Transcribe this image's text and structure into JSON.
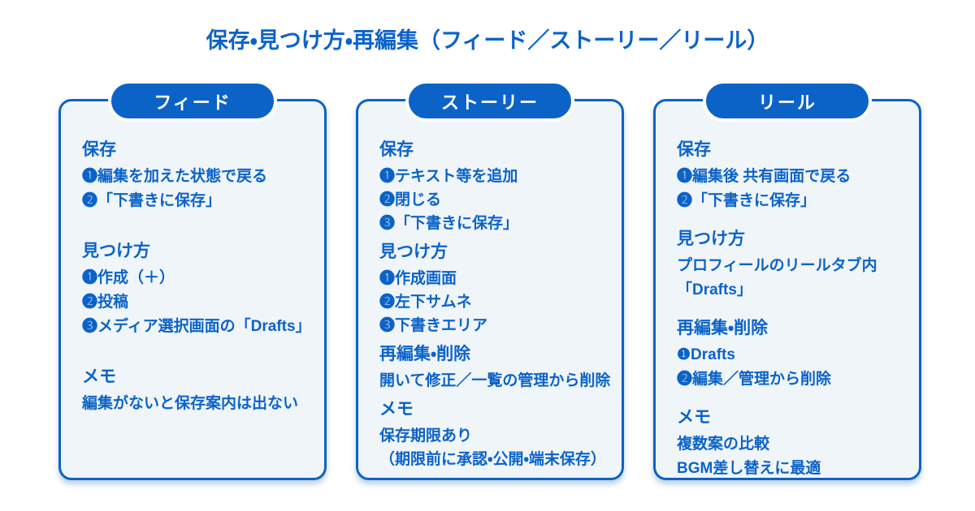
{
  "title": "保存・見つけ方・再編集（フィード／ストーリー／リール）",
  "colors": {
    "accent": "#0B63C8",
    "card_background": "#F0F5FA",
    "page_background": "#FFFFFF",
    "tab_text": "#FFFFFF"
  },
  "cards": [
    {
      "tab": "フィード",
      "sections": [
        {
          "heading": "保存",
          "lines": [
            "❶編集を加えた状態で戻る",
            "❷「下書きに保存」"
          ]
        },
        {
          "heading": "見つけ方",
          "lines": [
            "❶作成（＋）",
            "❷投稿",
            "❸メディア選択画面の「Drafts」"
          ]
        },
        {
          "heading": "メモ",
          "lines": [
            "編集がないと保存案内は出ない"
          ]
        }
      ]
    },
    {
      "tab": "ストーリー",
      "sections": [
        {
          "heading": "保存",
          "lines": [
            "❶テキスト等を追加",
            "❷閉じる",
            "❸「下書きに保存」"
          ]
        },
        {
          "heading": "見つけ方",
          "lines": [
            "❶作成画面",
            "❷左下サムネ",
            "❸下書きエリア"
          ]
        },
        {
          "heading": "再編集・削除",
          "lines": [
            "開いて修正／一覧の管理から削除"
          ]
        },
        {
          "heading": "メモ",
          "lines": [
            "保存期限あり",
            "（期限前に承認・公開・端末保存）"
          ]
        }
      ]
    },
    {
      "tab": "リール",
      "sections": [
        {
          "heading": "保存",
          "lines": [
            "❶編集後 共有画面で戻る",
            "❷「下書きに保存」"
          ]
        },
        {
          "heading": "見つけ方",
          "lines": [
            "プロフィールのリールタブ内",
            "「Drafts」"
          ]
        },
        {
          "heading": "再編集・削除",
          "lines": [
            "❶Drafts",
            "❷編集／管理から削除"
          ]
        },
        {
          "heading": "メモ",
          "lines": [
            "複数案の比較",
            "BGM差し替えに最適"
          ]
        }
      ]
    }
  ]
}
